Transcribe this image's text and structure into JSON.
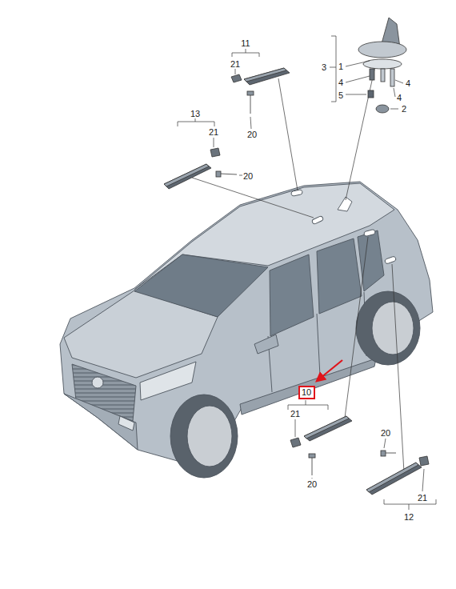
{
  "diagram": {
    "nodes": [
      {
        "text": [
          "10"
        ]
      }
    ],
    "labels": [
      "11",
      "21",
      "20",
      "13",
      "21",
      "20",
      "3",
      "1",
      "4",
      "4",
      "4",
      "5",
      "2",
      "21",
      "20",
      "20",
      "21",
      "12"
    ]
  }
}
